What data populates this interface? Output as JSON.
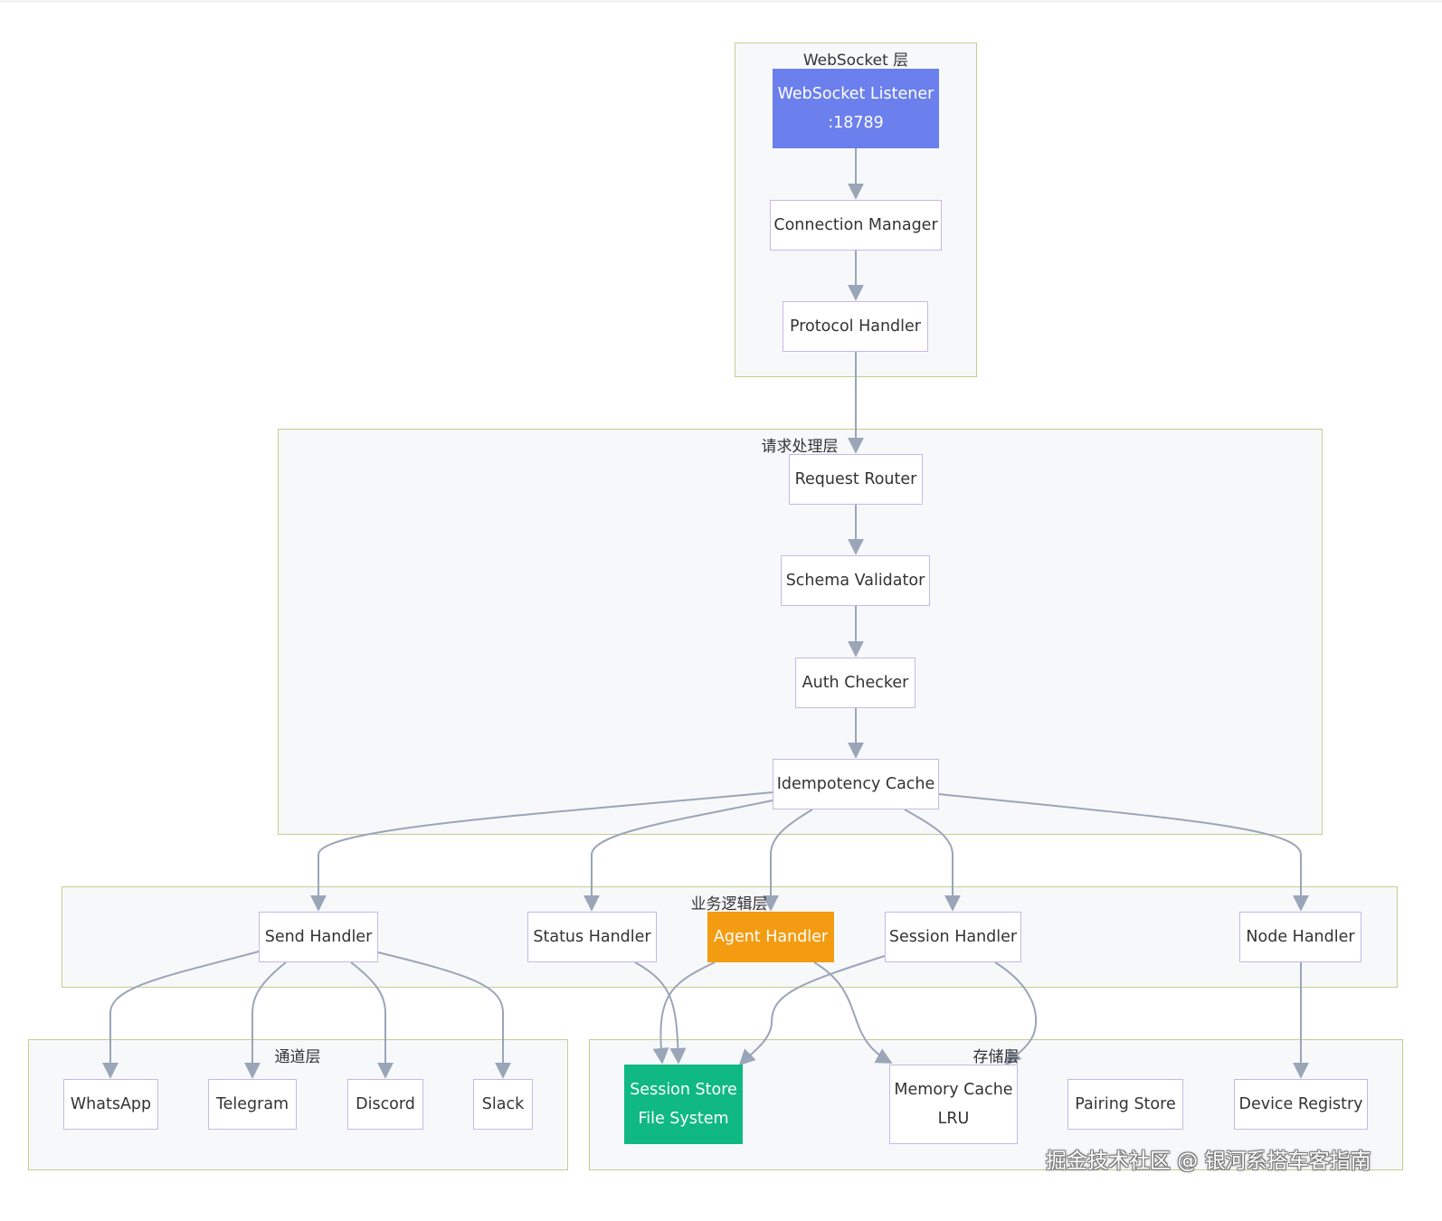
{
  "clusters": {
    "websocket": {
      "label": "WebSocket 层"
    },
    "request": {
      "label": "请求处理层"
    },
    "business": {
      "label": "业务逻辑层"
    },
    "channel": {
      "label": "通道层"
    },
    "storage": {
      "label": "存储层"
    }
  },
  "nodes": {
    "ws_listener": {
      "line1": "WebSocket Listener",
      "line2": ":18789",
      "fill": "#6b7fed",
      "text_color": "#ffffff"
    },
    "conn_manager": {
      "label": "Connection Manager"
    },
    "protocol_handler": {
      "label": "Protocol Handler"
    },
    "request_router": {
      "label": "Request Router"
    },
    "schema_validator": {
      "label": "Schema Validator"
    },
    "auth_checker": {
      "label": "Auth Checker"
    },
    "idempotency_cache": {
      "label": "Idempotency Cache"
    },
    "send_handler": {
      "label": "Send Handler"
    },
    "status_handler": {
      "label": "Status Handler"
    },
    "agent_handler": {
      "label": "Agent Handler",
      "fill": "#f39c12",
      "text_color": "#ffffff"
    },
    "session_handler": {
      "label": "Session Handler"
    },
    "node_handler": {
      "label": "Node Handler"
    },
    "whatsapp": {
      "label": "WhatsApp"
    },
    "telegram": {
      "label": "Telegram"
    },
    "discord": {
      "label": "Discord"
    },
    "slack": {
      "label": "Slack"
    },
    "session_store": {
      "line1": "Session Store",
      "line2": "File System",
      "fill": "#10b981",
      "text_color": "#ffffff"
    },
    "memory_cache": {
      "line1": "Memory Cache",
      "line2": "LRU"
    },
    "pairing_store": {
      "label": "Pairing Store"
    },
    "device_registry": {
      "label": "Device Registry"
    }
  },
  "edges": [
    {
      "from": "ws_listener",
      "to": "conn_manager"
    },
    {
      "from": "conn_manager",
      "to": "protocol_handler"
    },
    {
      "from": "protocol_handler",
      "to": "request_router"
    },
    {
      "from": "request_router",
      "to": "schema_validator"
    },
    {
      "from": "schema_validator",
      "to": "auth_checker"
    },
    {
      "from": "auth_checker",
      "to": "idempotency_cache"
    },
    {
      "from": "idempotency_cache",
      "to": "send_handler"
    },
    {
      "from": "idempotency_cache",
      "to": "status_handler"
    },
    {
      "from": "idempotency_cache",
      "to": "agent_handler"
    },
    {
      "from": "idempotency_cache",
      "to": "session_handler"
    },
    {
      "from": "idempotency_cache",
      "to": "node_handler"
    },
    {
      "from": "send_handler",
      "to": "whatsapp"
    },
    {
      "from": "send_handler",
      "to": "telegram"
    },
    {
      "from": "send_handler",
      "to": "discord"
    },
    {
      "from": "send_handler",
      "to": "slack"
    },
    {
      "from": "status_handler",
      "to": "session_store"
    },
    {
      "from": "agent_handler",
      "to": "session_store"
    },
    {
      "from": "agent_handler",
      "to": "memory_cache"
    },
    {
      "from": "session_handler",
      "to": "session_store"
    },
    {
      "from": "session_handler",
      "to": "memory_cache"
    },
    {
      "from": "node_handler",
      "to": "device_registry"
    }
  ],
  "style": {
    "edge_color": "#9aa5b8",
    "node_border": "#c6b8e8",
    "cluster_border": "#c2cf8f",
    "cluster_fill": "#f7f8fa"
  },
  "watermark": "掘金技术社区 @ 银河系搭车客指南"
}
